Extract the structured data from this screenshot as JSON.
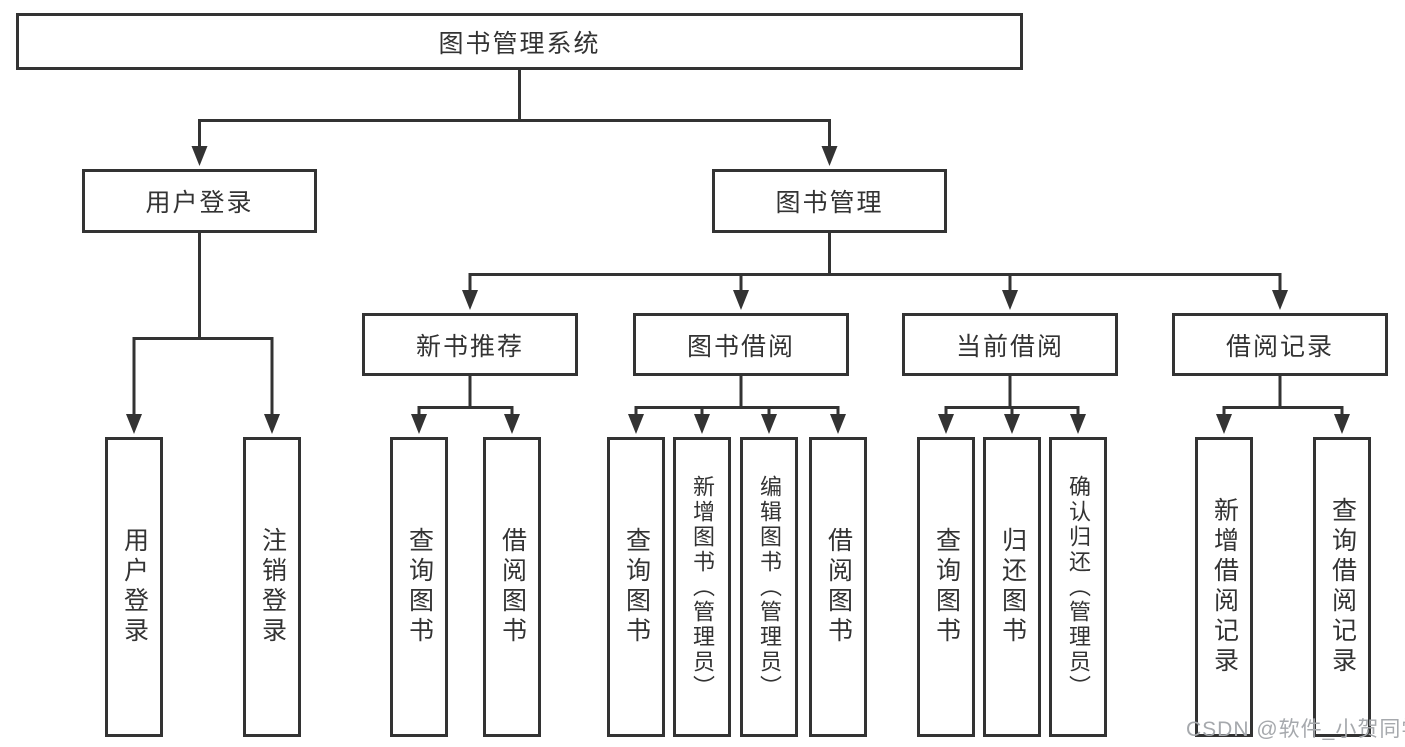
{
  "tree": {
    "label": "图书管理系统",
    "children": [
      {
        "label": "用户登录",
        "children": [
          {
            "label": "用户登录"
          },
          {
            "label": "注销登录"
          }
        ]
      },
      {
        "label": "图书管理",
        "children": [
          {
            "label": "新书推荐",
            "children": [
              {
                "label": "查询图书"
              },
              {
                "label": "借阅图书"
              }
            ]
          },
          {
            "label": "图书借阅",
            "children": [
              {
                "label": "查询图书"
              },
              {
                "label": "新增图书（管理员）"
              },
              {
                "label": "编辑图书（管理员）"
              },
              {
                "label": "借阅图书"
              }
            ]
          },
          {
            "label": "当前借阅",
            "children": [
              {
                "label": "查询图书"
              },
              {
                "label": "归还图书"
              },
              {
                "label": "确认归还（管理员）"
              }
            ]
          },
          {
            "label": "借阅记录",
            "children": [
              {
                "label": "新增借阅记录"
              },
              {
                "label": "查询借阅记录"
              }
            ]
          }
        ]
      }
    ]
  },
  "watermark": {
    "text": "CSDN @软件_小贺同学"
  },
  "colors": {
    "line": "#333333",
    "box_border": "#333333",
    "text": "#333333",
    "watermark": "#a6a9ad",
    "background": "#ffffff"
  }
}
